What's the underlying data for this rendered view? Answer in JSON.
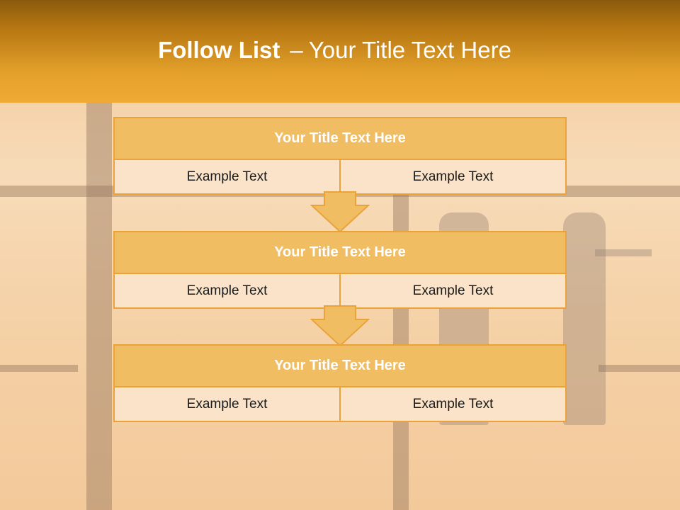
{
  "header": {
    "title_bold": "Follow List",
    "separator": "–",
    "title_rest": "Your Title Text Here"
  },
  "blocks": [
    {
      "title": "Your Title Text Here",
      "left": "Example Text",
      "right": "Example Text"
    },
    {
      "title": "Your Title Text Here",
      "left": "Example Text",
      "right": "Example Text"
    },
    {
      "title": "Your Title Text Here",
      "left": "Example Text",
      "right": "Example Text"
    }
  ],
  "colors": {
    "header_top": "#8a5a0d",
    "header_bottom": "#eeaa33",
    "block_title_fill": "#f1bd63",
    "block_cell_fill": "#fae3c8",
    "border": "#e9a33a"
  },
  "icons": [
    "down-arrow-icon",
    "down-arrow-icon"
  ]
}
